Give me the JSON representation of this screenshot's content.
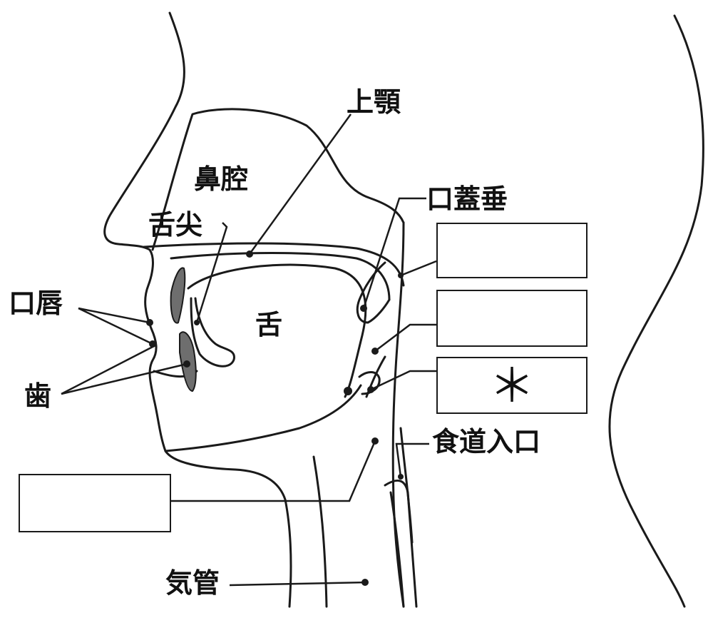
{
  "labels": {
    "nasal_cavity": "鼻腔",
    "hard_palate": "上顎",
    "uvula": "口蓋垂",
    "tongue_tip": "舌尖",
    "lips": "口唇",
    "tongue": "舌",
    "teeth": "歯",
    "esophagus_entrance": "食道入口",
    "trachea": "気管"
  },
  "answer_boxes": {
    "box_1": "",
    "box_2": "",
    "box_3": "＊",
    "box_4": ""
  },
  "colors": {
    "ink": "#1a1a1a",
    "box_fill": "#ffffff",
    "tooth_shade": "#6e6e6e"
  }
}
